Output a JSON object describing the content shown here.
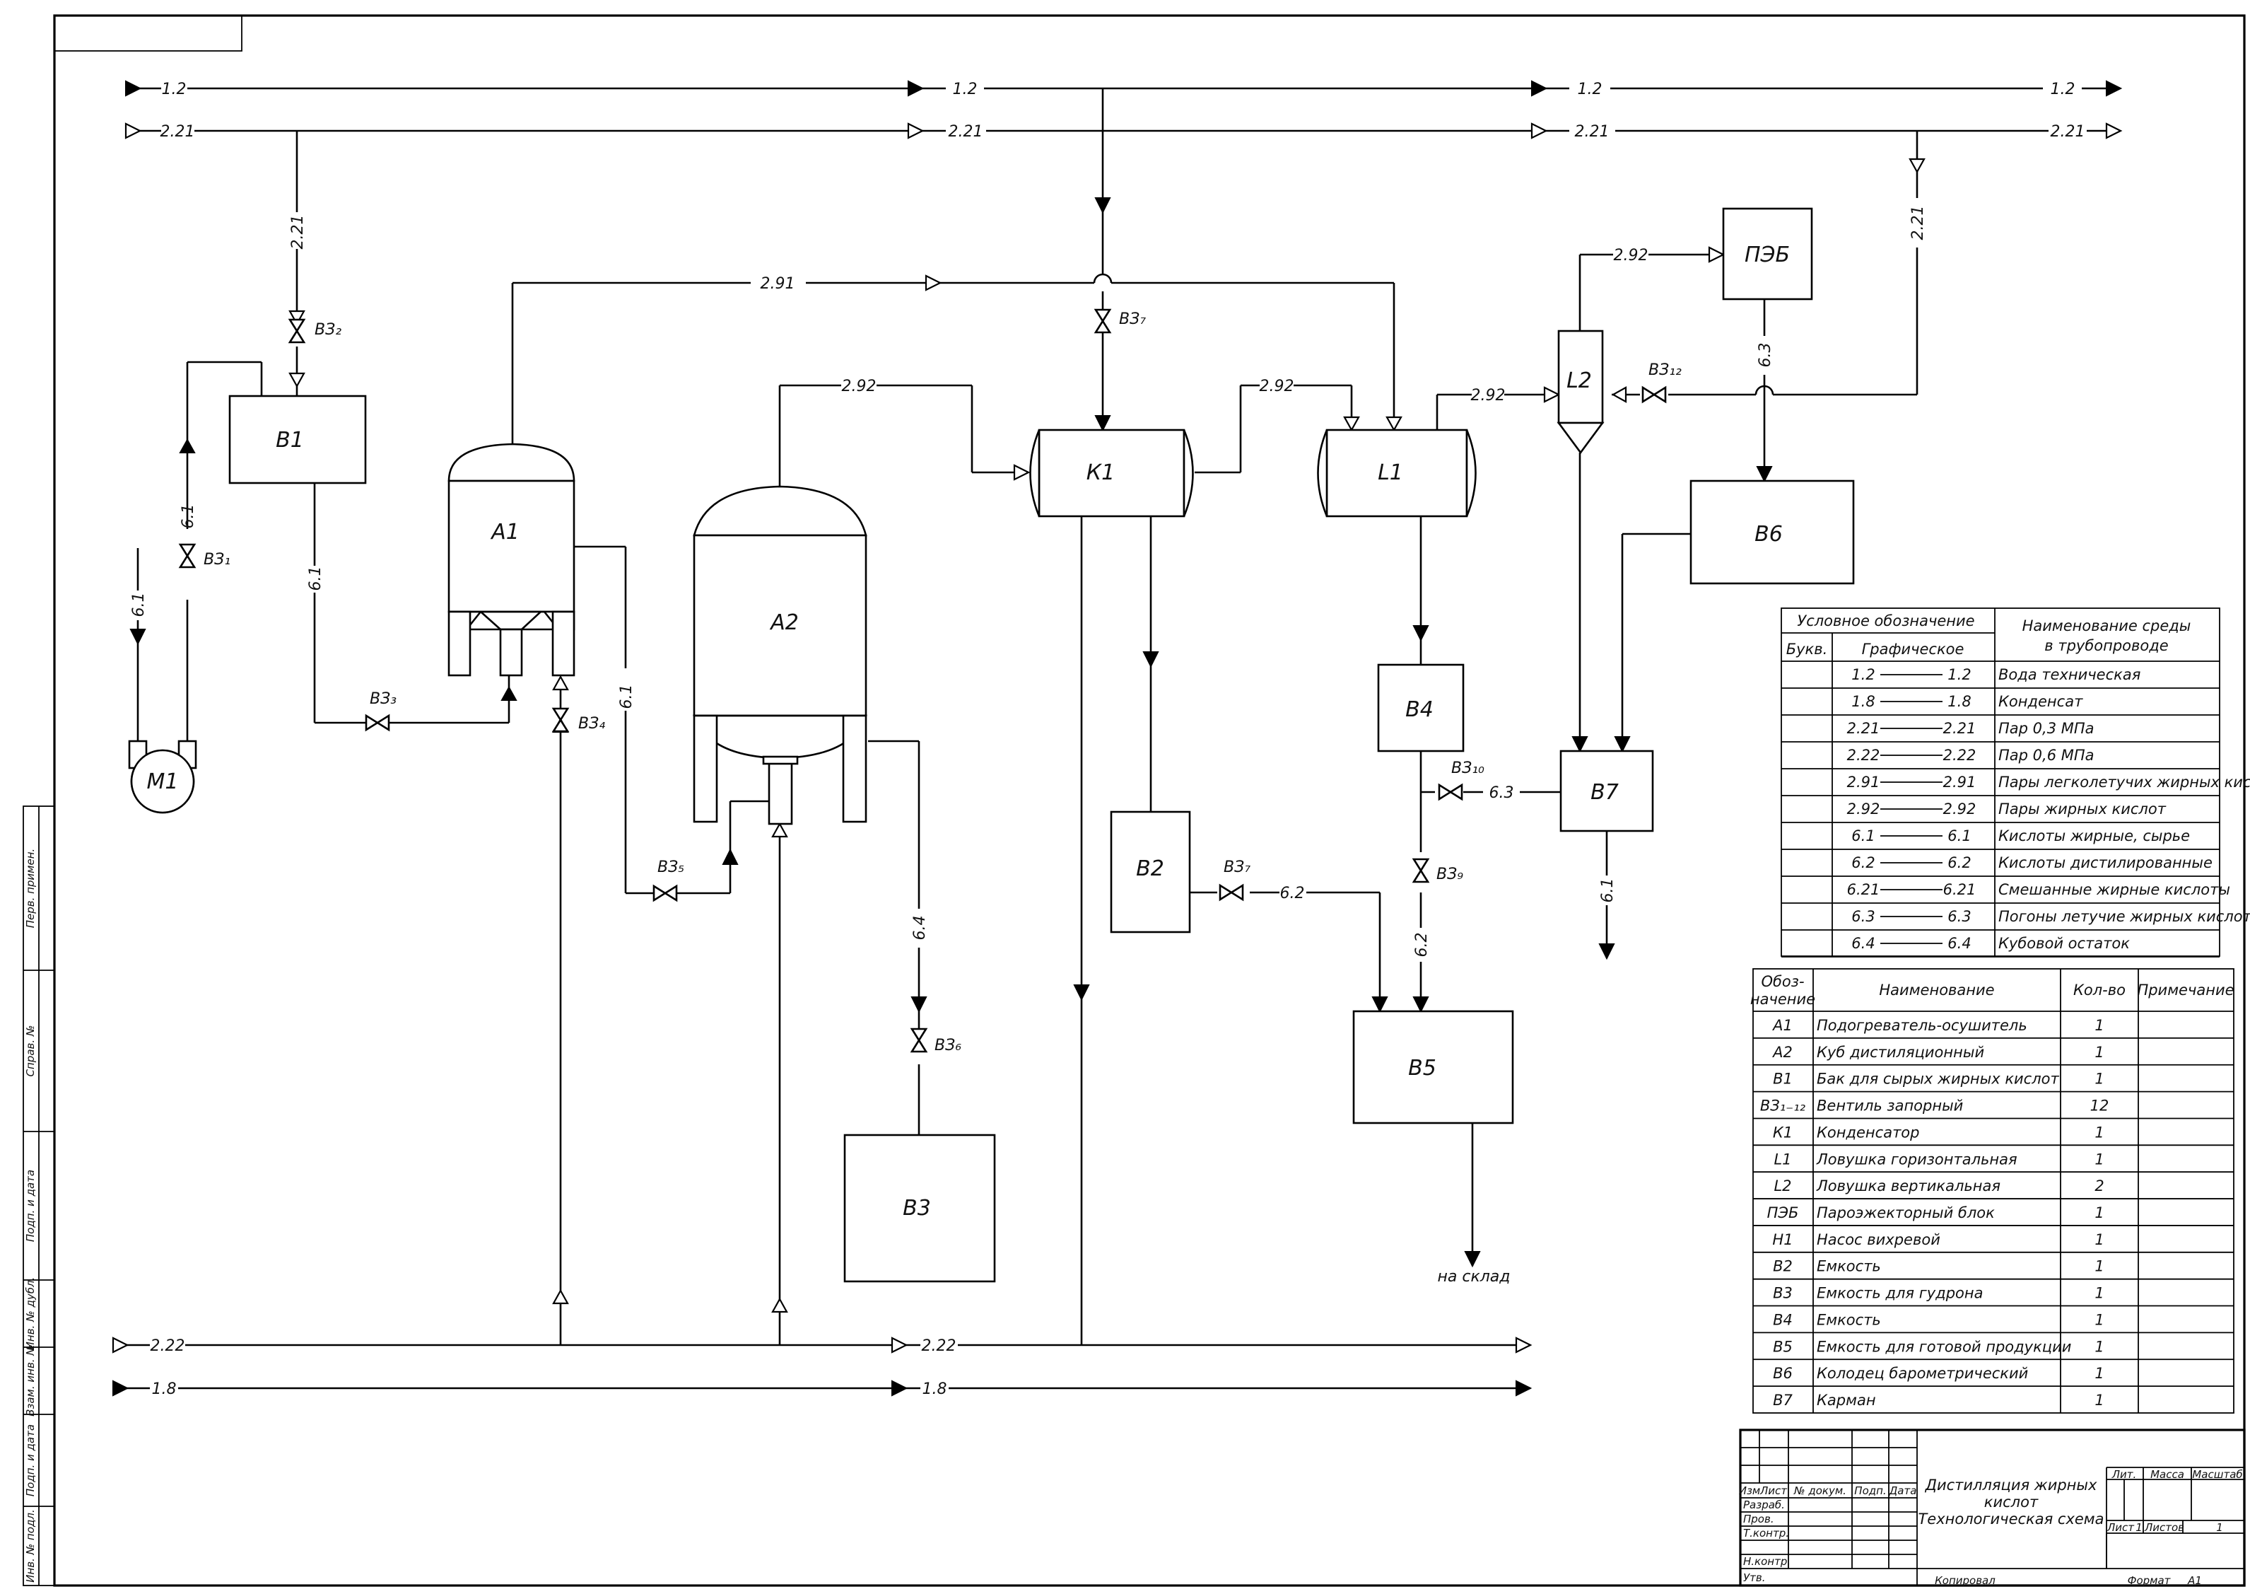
{
  "equipment": {
    "B1": "В1",
    "A1": "А1",
    "A2": "А2",
    "K1": "К1",
    "L1": "L1",
    "L2": "L2",
    "PEB": "ПЭБ",
    "B6": "В6",
    "B4": "В4",
    "B7": "В7",
    "B2": "В2",
    "B3": "В3",
    "B5": "В5",
    "M1": "М1"
  },
  "valves": {
    "v1": "ВЗ₁",
    "v2": "ВЗ₂",
    "v3": "ВЗ₃",
    "v4": "ВЗ₄",
    "v5": "ВЗ₅",
    "v6": "ВЗ₆",
    "v7a": "ВЗ₇",
    "v7b": "ВЗ₇",
    "v9": "ВЗ₉",
    "v10": "ВЗ₁₀",
    "v12": "ВЗ₁₂"
  },
  "lines": {
    "l12": "1.2",
    "l221": "2.21",
    "l222": "2.22",
    "l18": "1.8",
    "l291": "2.91",
    "l292": "2.92",
    "l61": "6.1",
    "l62": "6.2",
    "l63": "6.3",
    "l64": "6.4"
  },
  "to_warehouse": "на склад",
  "legend": {
    "h_conv": "Условное обозначение",
    "h_media": "Наименование среды",
    "h_media2": "в трубопроводе",
    "h_letter": "Букв.",
    "h_graphic": "Графическое",
    "rows": [
      {
        "code": "1.2",
        "name": "Вода техническая"
      },
      {
        "code": "1.8",
        "name": "Конденсат"
      },
      {
        "code": "2.21",
        "name": "Пар 0,3 МПа"
      },
      {
        "code": "2.22",
        "name": "Пар 0,6 МПа"
      },
      {
        "code": "2.91",
        "name": "Пары легколетучих жирных кислот"
      },
      {
        "code": "2.92",
        "name": "Пары жирных кислот"
      },
      {
        "code": "6.1",
        "name": "Кислоты жирные, сырье"
      },
      {
        "code": "6.2",
        "name": "Кислоты дистилированные"
      },
      {
        "code": "6.21",
        "name": "Смешанные жирные кислоты"
      },
      {
        "code": "6.3",
        "name": "Погоны летучие жирных кислот"
      },
      {
        "code": "6.4",
        "name": "Кубовой остаток"
      }
    ]
  },
  "spec": {
    "h_des1": "Обоз-",
    "h_des2": "начение",
    "h_name": "Наименование",
    "h_qty": "Кол-во",
    "h_note": "Примечание",
    "rows": [
      {
        "des": "А1",
        "name": "Подогреватель-осушитель",
        "qty": "1"
      },
      {
        "des": "А2",
        "name": "Куб дистиляционный",
        "qty": "1"
      },
      {
        "des": "В1",
        "name": "Бак для сырых жирных кислот",
        "qty": "1"
      },
      {
        "des": "ВЗ₁₋₁₂",
        "name": "Вентиль запорный",
        "qty": "12"
      },
      {
        "des": "К1",
        "name": "Конденсатор",
        "qty": "1"
      },
      {
        "des": "L1",
        "name": "Ловушка горизонтальная",
        "qty": "1"
      },
      {
        "des": "L2",
        "name": "Ловушка вертикальная",
        "qty": "2"
      },
      {
        "des": "ПЭБ",
        "name": "Пароэжекторный блок",
        "qty": "1"
      },
      {
        "des": "Н1",
        "name": "Насос вихревой",
        "qty": "1"
      },
      {
        "des": "В2",
        "name": "Емкость",
        "qty": "1"
      },
      {
        "des": "В3",
        "name": "Емкость для гудрона",
        "qty": "1"
      },
      {
        "des": "В4",
        "name": "Емкость",
        "qty": "1"
      },
      {
        "des": "В5",
        "name": "Емкость для готовой продукции",
        "qty": "1"
      },
      {
        "des": "В6",
        "name": "Колодец барометрический",
        "qty": "1"
      },
      {
        "des": "В7",
        "name": "Карман",
        "qty": "1"
      }
    ]
  },
  "title_block": {
    "title1": "Дистилляция жирных",
    "title2": "кислот",
    "title3": "Технологическая схема",
    "izm": "Изм",
    "list": "Лист",
    "ndoc": "№ докум.",
    "podp": "Подп.",
    "data": "Дата",
    "razrab": "Разраб.",
    "prov": "Пров.",
    "tkontr": "Т.контр.",
    "nkontr": "Н.контр.",
    "utv": "Утв.",
    "lit": "Лит.",
    "massa": "Масса",
    "masshtab": "Масштаб",
    "list_label": "Лист",
    "list_val": "1",
    "listov_label": "Листов",
    "listov_val": "1",
    "kopiroval": "Копировал",
    "format": "Формат",
    "format_val": "А1"
  },
  "side_stamp": {
    "s1": "Перв. примен.",
    "s2": "Справ. №",
    "s3": "Подп. и дата",
    "s4": "Инв. № дубл.",
    "s5": "Взам. инв. №",
    "s6": "Подп. и дата",
    "s7": "Инв. № подл."
  }
}
